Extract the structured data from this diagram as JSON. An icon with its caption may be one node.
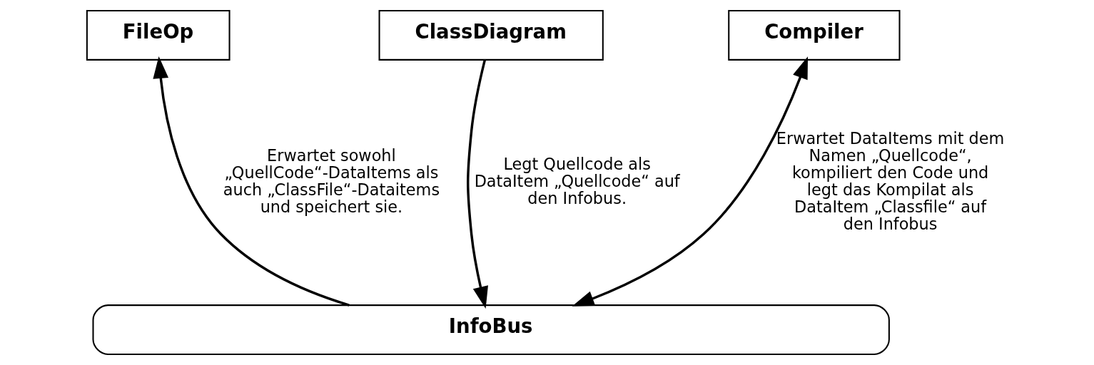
{
  "diagram": {
    "nodes": [
      {
        "text": [
          "FileOp"
        ]
      },
      {
        "text": [
          "ClassDiagram"
        ]
      },
      {
        "text": [
          "Compiler"
        ]
      },
      {
        "text": [
          "InfoBus"
        ]
      }
    ],
    "edges": [
      {
        "from": 3,
        "to": 0,
        "arrow": "to",
        "label": "Erwartet sowohl „QuellCode“-DataItems als auch „ClassFile“-Dataitems und speichert sie."
      },
      {
        "from": 1,
        "to": 3,
        "arrow": "to",
        "label": "Legt Quellcode als DataItem „Quellcode“ auf den Infobus."
      },
      {
        "from": 2,
        "to": 3,
        "arrow": "both",
        "label": "Erwartet DataItems mit dem Namen „Quellcode“, kompiliert den Code und legt das Kompilat als DataItem „Classfile“ auf den Infobus"
      }
    ]
  }
}
